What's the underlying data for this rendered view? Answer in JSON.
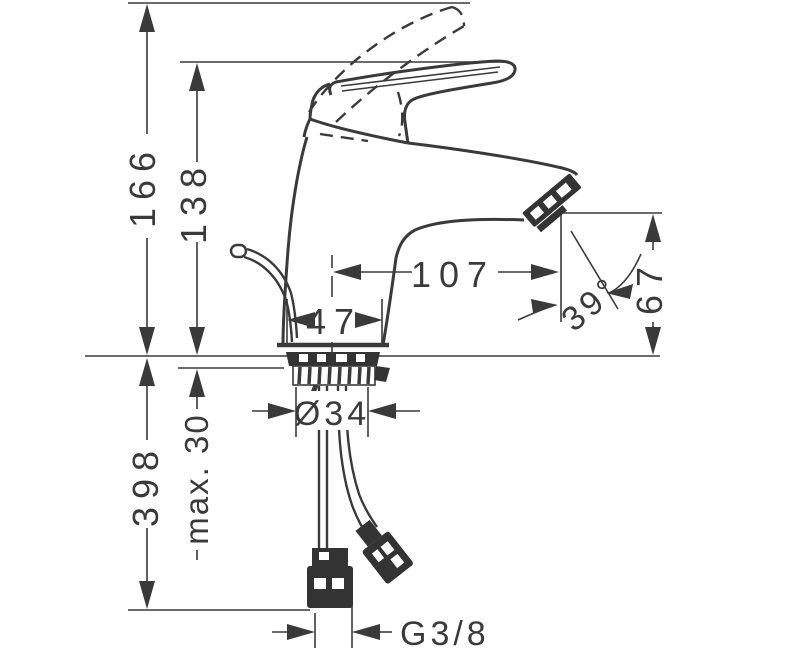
{
  "drawing": {
    "title": "single-lever-basin-mixer-dimension-drawing",
    "background": "#ffffff",
    "line_color": "#3a3a3a",
    "dimensions": {
      "total_height": "166",
      "height_to_outlet_top": "138",
      "spout_reach": "107",
      "body_width": "47",
      "jet_angle": "39°",
      "outlet_height": "67",
      "hose_length": "398",
      "max_mounting_thickness": "max. 30",
      "base_diameter": "Ø34",
      "connection_thread": "G3/8"
    }
  }
}
